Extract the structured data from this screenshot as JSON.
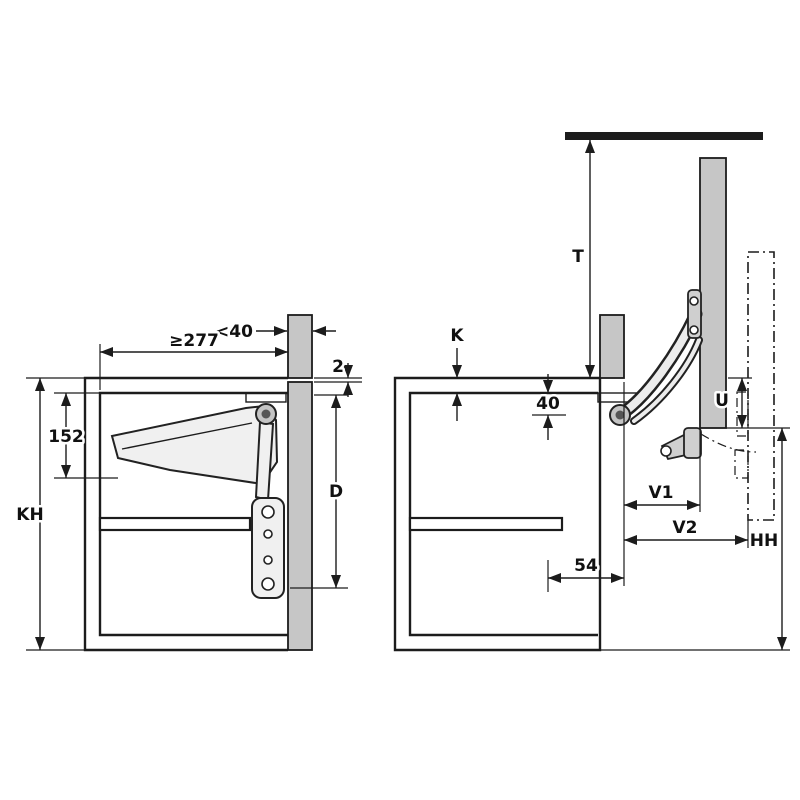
{
  "diagram": {
    "type": "technical-drawing",
    "colors": {
      "line": "#1c1c1c",
      "panel": "#c6c6c6",
      "mechanism": "#f0f0f0",
      "background": "#ffffff"
    },
    "closed_view": {
      "dims": {
        "front_thickness": "<40",
        "interior_depth": "≥277",
        "reveal_gap": "2",
        "fitting_height": "152",
        "cabinet_height": "KH",
        "opening_height": "D"
      }
    },
    "open_view": {
      "dims": {
        "ceiling_distance": "T",
        "top_clearance": "K",
        "pivot_depth": "40",
        "front_overlap": "U",
        "protrusion_open": "V1",
        "protrusion_max": "V2",
        "pivot_setback": "54",
        "front_height": "HH"
      }
    }
  }
}
